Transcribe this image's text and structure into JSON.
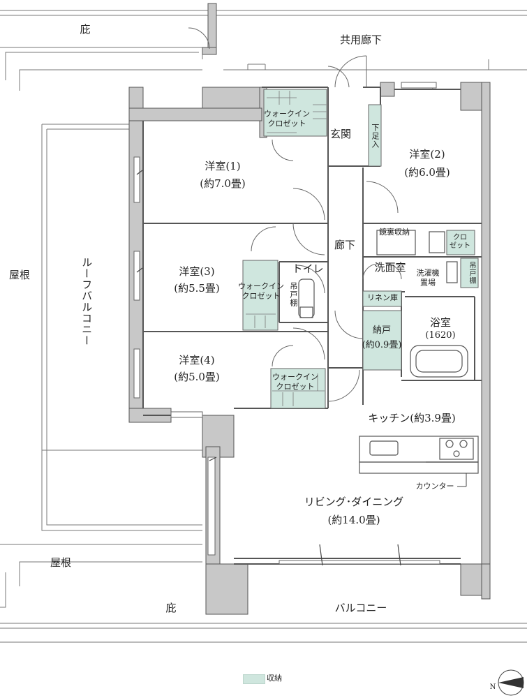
{
  "labels": {
    "eave_top": "庇",
    "common_corridor": "共用廊下",
    "roof_left": "屋根",
    "roof_bottom": "屋根",
    "eave_bottom": "庇",
    "roof_balcony": "ルーフバルコニー",
    "balcony": "バルコニー",
    "entrance": "玄関",
    "shoe_storage": "下足入",
    "corridor": "廊下",
    "wic_1": "ウォークイン\nクロゼット",
    "wic_3": "ウォークイン\nクロゼット",
    "wic_4": "ウォークイン\nクロゼット",
    "room1_name": "洋室(1)",
    "room1_size": "(約7.0畳)",
    "room2_name": "洋室(2)",
    "room2_size": "(約6.0畳)",
    "room3_name": "洋室(3)",
    "room3_size": "(約5.5畳)",
    "room4_name": "洋室(4)",
    "room4_size": "(約5.0畳)",
    "vanity_storage": "鏡裏収納",
    "closet": "クロ\nゼット",
    "toilet": "トイレ",
    "hanging_shelf_toilet": "吊戸棚",
    "washroom": "洗面室",
    "washer_space": "洗濯機\n置場",
    "hanging_shelf_wash": "吊戸棚",
    "linen_storage": "リネン庫",
    "storeroom_name": "納戸",
    "storeroom_size": "(約0.9畳)",
    "bathroom_name": "浴室",
    "bathroom_size": "(1620)",
    "kitchen": "キッチン(約3.9畳)",
    "counter": "カウンター",
    "living_name": "リビング･ダイニング",
    "living_size": "(約14.0畳)",
    "legend": "収納",
    "north": "N"
  },
  "colors": {
    "storage_fill": "#cfe6de",
    "wall_fill": "#c8c8c8",
    "line": "#555555"
  }
}
